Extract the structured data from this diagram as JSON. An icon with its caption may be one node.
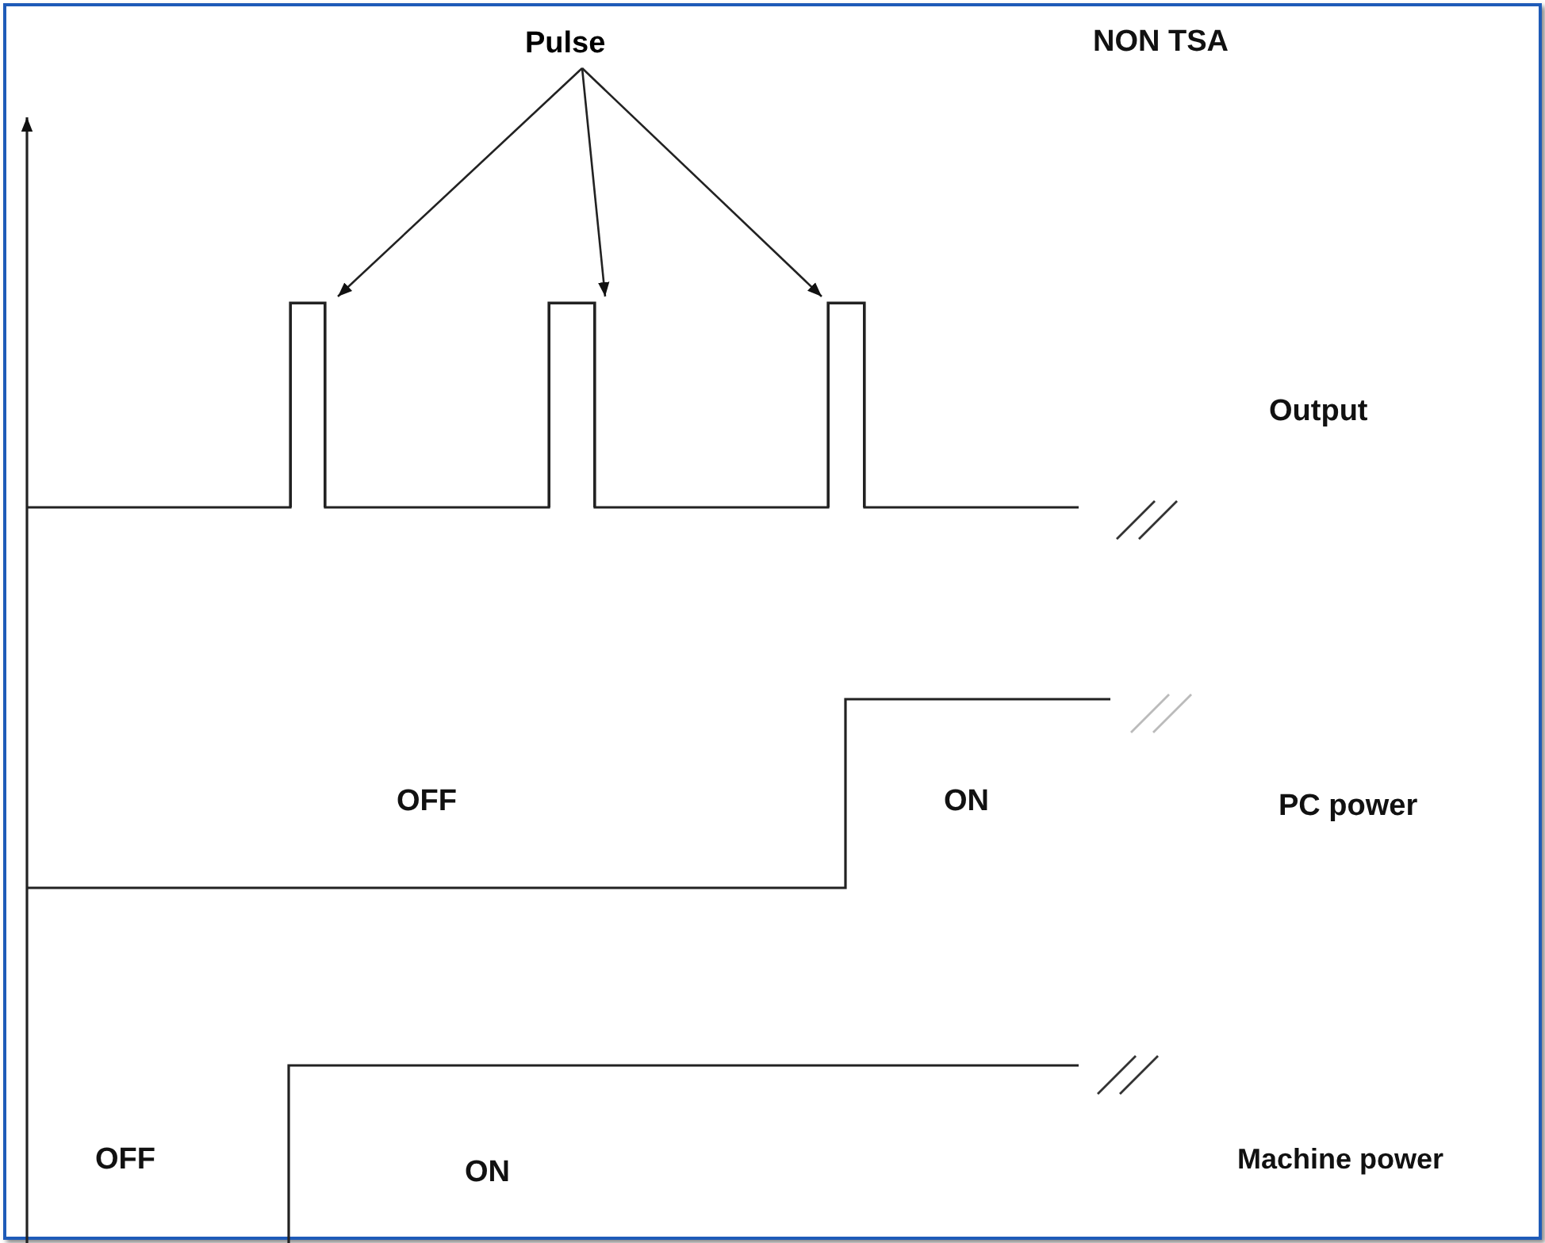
{
  "diagram": {
    "nodes": [
      {
        "text": [
          "Pulse"
        ]
      },
      {
        "text": [],
        "shape": "bar"
      },
      {
        "text": [],
        "shape": "bar"
      },
      {
        "text": [],
        "shape": "bar"
      }
    ],
    "edges": [
      {
        "from": 0,
        "to": 1,
        "arrow": "to"
      },
      {
        "from": 0,
        "to": 2,
        "arrow": "to"
      },
      {
        "from": 0,
        "to": 3,
        "arrow": "to"
      }
    ],
    "labels": [
      "NON TSA",
      "Output",
      "OFF",
      "ON",
      "PC power",
      "OFF",
      "ON",
      "Machine power"
    ]
  }
}
